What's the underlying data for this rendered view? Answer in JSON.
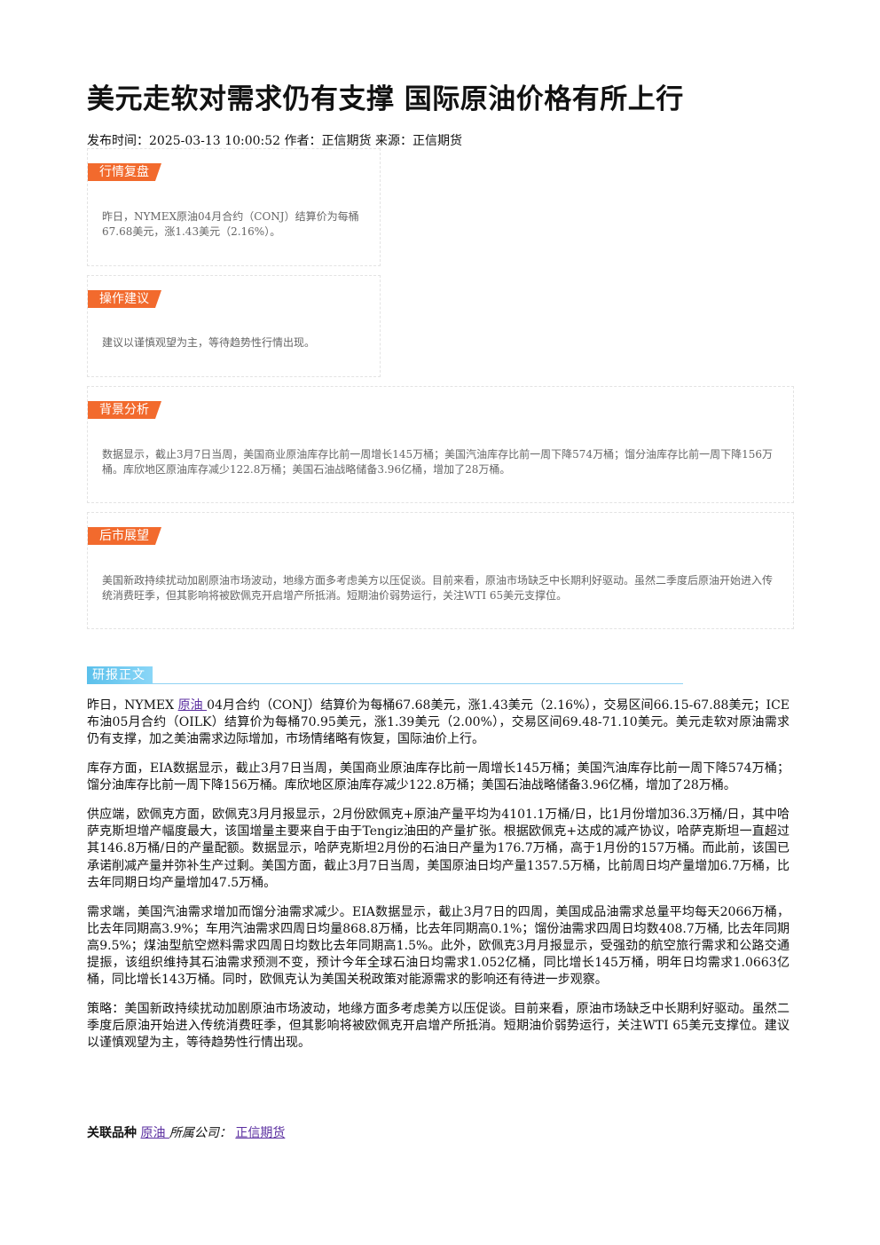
{
  "title": "美元走软对需求仍有支撑 国际原油价格有所上行",
  "meta": {
    "publish_label": "发布时间：",
    "publish_time": "2025-03-13 10:00:52",
    "author_label": "作者：",
    "author": "正信期货",
    "source_label": "来源：",
    "source": "正信期货"
  },
  "sections": [
    {
      "tag": "行情复盘",
      "text": "昨日，NYMEX原油04月合约（CONJ）结算价为每桶67.68美元，涨1.43美元（2.16%）。"
    },
    {
      "tag": "操作建议",
      "text": "建议以谨慎观望为主，等待趋势性行情出现。"
    },
    {
      "tag": "背景分析",
      "text": "数据显示，截止3月7日当周，美国商业原油库存比前一周增长145万桶；美国汽油库存比前一周下降574万桶；馏分油库存比前一周下降156万桶。库欣地区原油库存减少122.8万桶；美国石油战略储备3.96亿桶，增加了28万桶。"
    },
    {
      "tag": "后市展望",
      "text": "美国新政持续扰动加剧原油市场波动，地缘方面多考虑美方以压促谈。目前来看，原油市场缺乏中长期利好驱动。虽然二季度后原油开始进入传统消费旺季，但其影响将被欧佩克开启增产所抵消。短期油价弱势运行，关注WTI 65美元支撑位。"
    }
  ],
  "report": {
    "tag": "研报正文",
    "p1_before": "昨日，NYMEX ",
    "p1_link": "原油 ",
    "p1_after": "04月合约（CONJ）结算价为每桶67.68美元，涨1.43美元（2.16%），交易区间66.15-67.88美元；ICE布油05月合约（OILK）结算价为每桶70.95美元，涨1.39美元（2.00%），交易区间69.48-71.10美元。美元走软对原油需求仍有支撑，加之美油需求边际增加，市场情绪略有恢复，国际油价上行。",
    "p2": "库存方面，EIA数据显示，截止3月7日当周，美国商业原油库存比前一周增长145万桶；美国汽油库存比前一周下降574万桶；馏分油库存比前一周下降156万桶。库欣地区原油库存减少122.8万桶；美国石油战略储备3.96亿桶，增加了28万桶。",
    "p3": "供应端，欧佩克方面，欧佩克3月月报显示，2月份欧佩克+原油产量平均为4101.1万桶/日，比1月份增加36.3万桶/日，其中哈萨克斯坦增产幅度最大，该国增量主要来自于由于Tengiz油田的产量扩张。根据欧佩克+达成的减产协议，哈萨克斯坦一直超过其146.8万桶/日的产量配额。数据显示，哈萨克斯坦2月份的石油日产量为176.7万桶，高于1月份的157万桶。而此前，该国已承诺削减产量并弥补生产过剩。美国方面，截止3月7日当周，美国原油日均产量1357.5万桶，比前周日均产量增加6.7万桶，比去年同期日均产量增加47.5万桶。",
    "p4": "需求端，美国汽油需求增加而馏分油需求减少。EIA数据显示，截止3月7日的四周，美国成品油需求总量平均每天2066万桶，比去年同期高3.9%；车用汽油需求四周日均量868.8万桶，比去年同期高0.1%；馏份油需求四周日均数408.7万桶, 比去年同期高9.5%；煤油型航空燃料需求四周日均数比去年同期高1.5%。此外，欧佩克3月月报显示，受强劲的航空旅行需求和公路交通提振，该组织维持其石油需求预测不变，预计今年全球石油日均需求1.052亿桶，同比增长145万桶，明年日均需求1.0663亿桶，同比增长143万桶。同时，欧佩克认为美国关税政策对能源需求的影响还有待进一步观察。",
    "p5": "策略：美国新政持续扰动加剧原油市场波动，地缘方面多考虑美方以压促谈。目前来看，原油市场缺乏中长期利好驱动。虽然二季度后原油开始进入传统消费旺季，但其影响将被欧佩克开启增产所抵消。短期油价弱势运行，关注WTI 65美元支撑位。建议以谨慎观望为主，等待趋势性行情出现。"
  },
  "footer": {
    "related_label": "关联品种",
    "related_link": "原油 ",
    "company_label": "所属公司：",
    "company_link": "正信期货"
  }
}
